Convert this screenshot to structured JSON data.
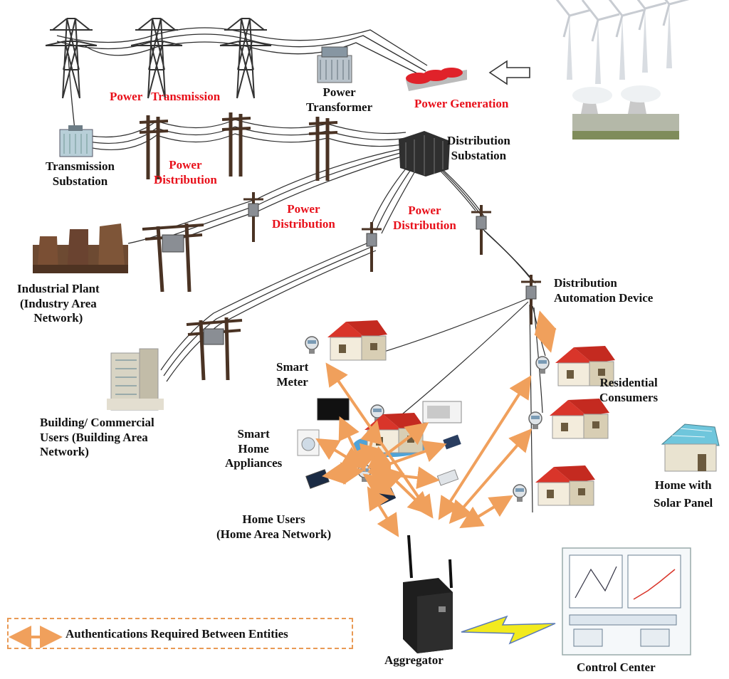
{
  "colors": {
    "arrow": "#f0a05c",
    "red_label": "#e8101a",
    "wire": "#2e2e2e",
    "roof": "#d9352a"
  },
  "labels": {
    "power_transmission_1": "Power",
    "power_transmission_2": "Transmission",
    "power_transformer_1": "Power",
    "power_transformer_2": "Transformer",
    "power_generation": "Power Generation",
    "transmission_substation_1": "Transmission",
    "transmission_substation_2": "Substation",
    "distribution_substation_1": "Distribution",
    "distribution_substation_2": "Substation",
    "power_distribution_a1": "Power",
    "power_distribution_a2": "Distribution",
    "power_distribution_b1": "Power",
    "power_distribution_b2": "Distribution",
    "power_distribution_c1": "Power",
    "power_distribution_c2": "Distribution",
    "industrial_1": "Industrial Plant",
    "industrial_2": "(Industry Area",
    "industrial_3": "Network)",
    "distribution_automation_1": "Distribution",
    "distribution_automation_2": "Automation Device",
    "smart_meter_1": "Smart",
    "smart_meter_2": "Meter",
    "residential_1": "Residential",
    "residential_2": "Consumers",
    "building_1": "Building/ Commercial",
    "building_2": "Users (Building Area",
    "building_3": "Network)",
    "smart_home_1": "Smart",
    "smart_home_2": "Home",
    "smart_home_3": "Appliances",
    "solar_1": "Home with",
    "solar_2": "Solar Panel",
    "home_users_1": "Home Users",
    "home_users_2": "(Home Area Network)",
    "aggregator": "Aggregator",
    "control_center": "Control Center"
  },
  "legend": {
    "text": "Authentications Required Between Entities"
  }
}
